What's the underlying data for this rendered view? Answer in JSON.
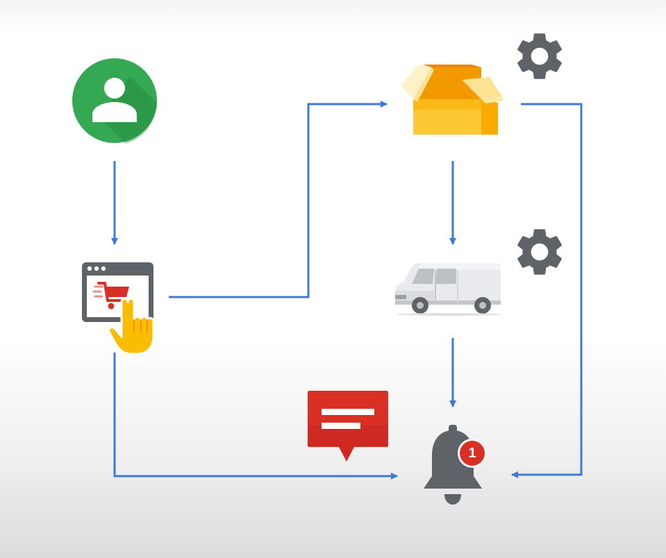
{
  "diagram": {
    "nodes": [
      {
        "id": "customer",
        "icon": "user-avatar-icon"
      },
      {
        "id": "online-order",
        "icon": "shopping-cart-click-icon"
      },
      {
        "id": "package",
        "icon": "open-box-icon"
      },
      {
        "id": "delivery-van",
        "icon": "van-icon"
      },
      {
        "id": "notification",
        "icon": "bell-icon"
      }
    ],
    "edges": [
      {
        "from": "customer",
        "to": "online-order"
      },
      {
        "from": "online-order",
        "to": "package"
      },
      {
        "from": "package",
        "to": "delivery-van"
      },
      {
        "from": "delivery-van",
        "to": "notification"
      },
      {
        "from": "package",
        "to": "notification"
      },
      {
        "from": "online-order",
        "to": "notification"
      }
    ],
    "notification_count": "1",
    "decorations": [
      "gear-icon",
      "gear-icon",
      "message-bubble-icon"
    ]
  },
  "colors": {
    "connector": "#3c78d8",
    "user_avatar": "#34a853",
    "bell": "#5f6368",
    "badge": "#d93025",
    "box": "#fbbc04",
    "message": "#d93025",
    "gear": "#5f6368"
  }
}
